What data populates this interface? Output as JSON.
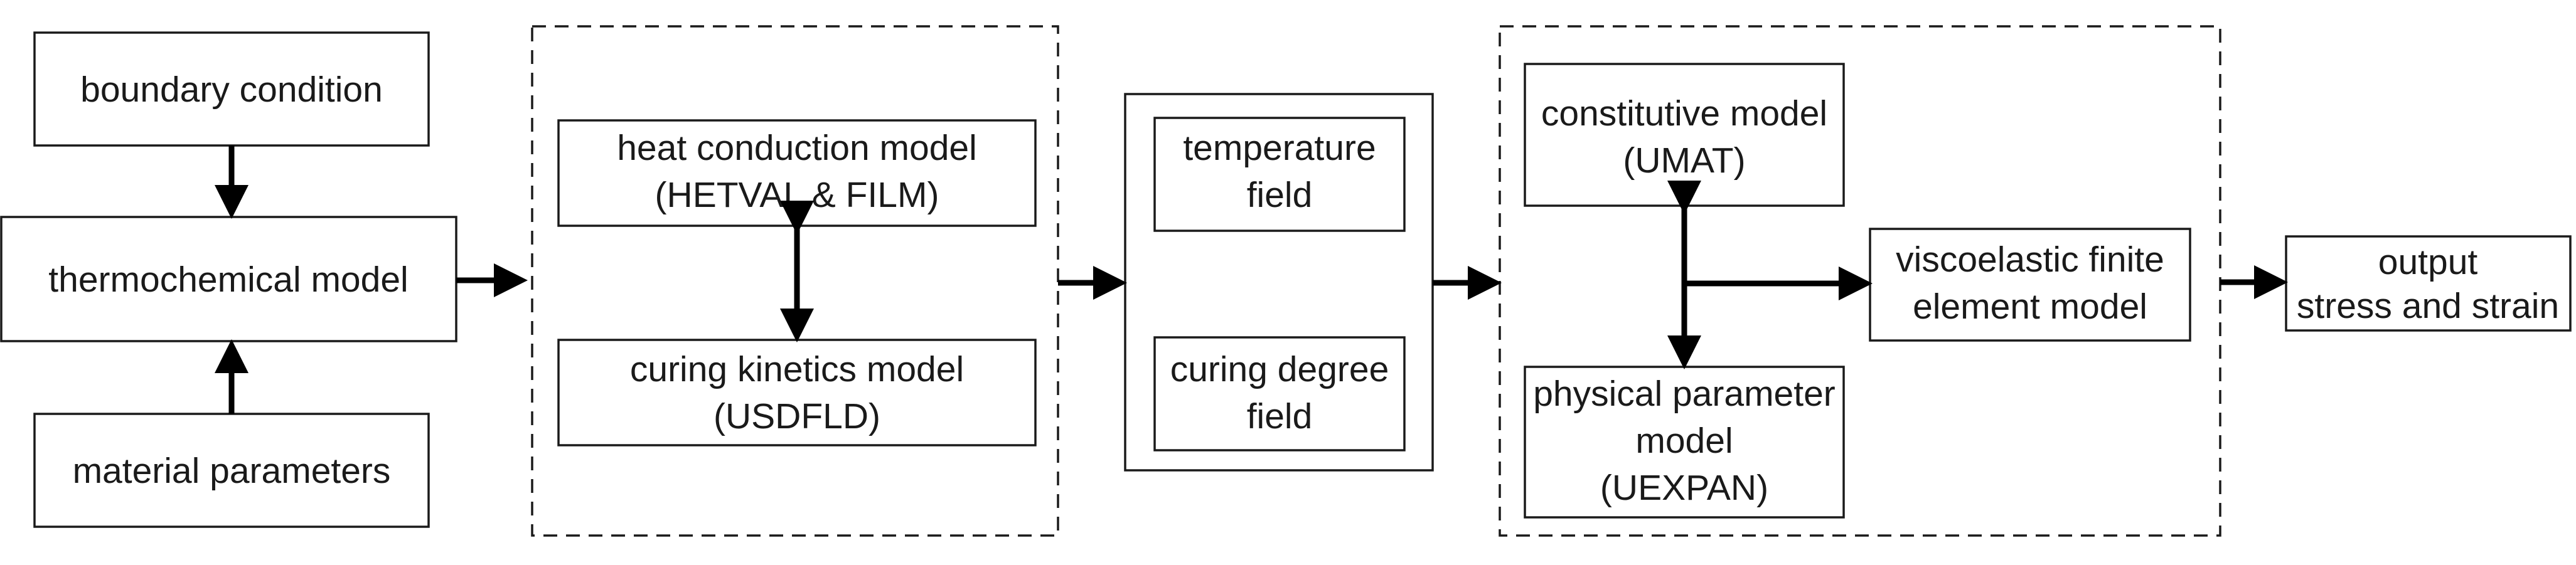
{
  "nodes": {
    "boundary_condition": {
      "lines": [
        "boundary condition"
      ]
    },
    "thermochemical_model": {
      "lines": [
        "thermochemical model"
      ]
    },
    "material_parameters": {
      "lines": [
        "material parameters"
      ]
    },
    "heat_conduction_model": {
      "lines": [
        "heat conduction model",
        "(HETVAL & FILM)"
      ]
    },
    "curing_kinetics_model": {
      "lines": [
        "curing kinetics model",
        "(USDFLD)"
      ]
    },
    "temperature_field": {
      "lines": [
        "temperature",
        "field"
      ]
    },
    "curing_degree_field": {
      "lines": [
        "curing degree",
        "field"
      ]
    },
    "constitutive_model": {
      "lines": [
        "constitutive model",
        "(UMAT)"
      ]
    },
    "physical_parameter_model": {
      "lines": [
        "physical parameter",
        "model",
        "(UEXPAN)"
      ]
    },
    "viscoelastic_fem": {
      "lines": [
        "viscoelastic finite",
        "element model"
      ]
    },
    "output": {
      "lines": [
        "output",
        "stress and strain"
      ]
    }
  },
  "groups": {
    "heat_curing_group": {
      "style": "dashed"
    },
    "field_group": {
      "style": "solid"
    },
    "mechanics_group": {
      "style": "dashed"
    }
  },
  "edges": [
    {
      "from": "boundary_condition",
      "to": "thermochemical_model",
      "type": "arrow"
    },
    {
      "from": "material_parameters",
      "to": "thermochemical_model",
      "type": "arrow"
    },
    {
      "from": "thermochemical_model",
      "to": "heat_curing_group",
      "type": "arrow"
    },
    {
      "from": "heat_conduction_model",
      "to": "curing_kinetics_model",
      "type": "bidirectional"
    },
    {
      "from": "heat_curing_group",
      "to": "field_group",
      "type": "arrow"
    },
    {
      "from": "field_group",
      "to": "mechanics_group",
      "type": "arrow"
    },
    {
      "from": "constitutive_model",
      "to": "physical_parameter_model",
      "type": "bidirectional"
    },
    {
      "from": "constitutive_model",
      "to": "viscoelastic_fem",
      "type": "arrow"
    },
    {
      "from": "mechanics_group",
      "to": "output",
      "type": "arrow"
    }
  ]
}
